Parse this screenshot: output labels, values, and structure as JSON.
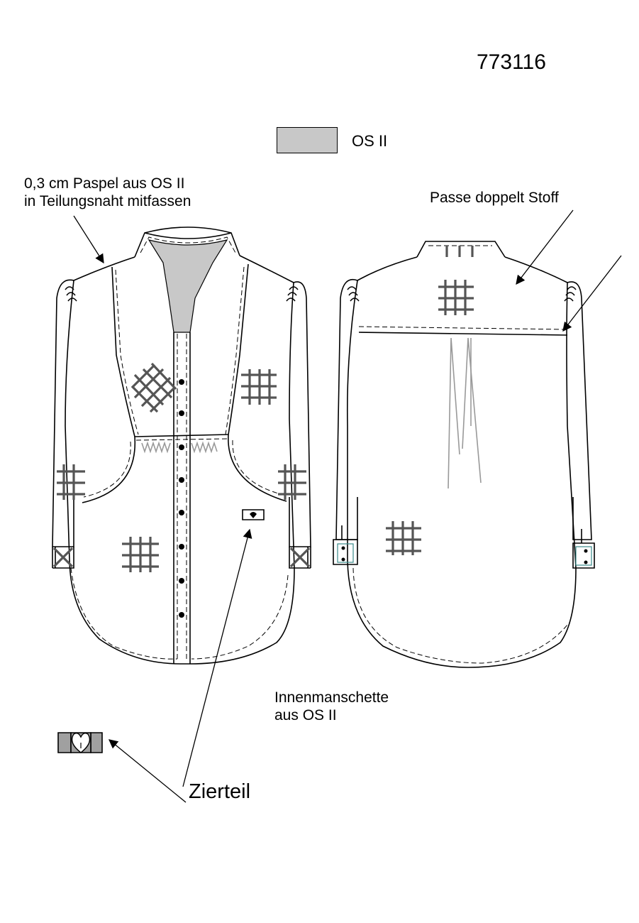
{
  "article_number": "773116",
  "legend": {
    "fabric": "OS II",
    "swatch_color": "#c8c8c8"
  },
  "annotations": {
    "piping_line1": "0,3 cm Paspel aus OS II",
    "piping_line2": "in Teilungsnaht mitfassen",
    "yoke": "Passe doppelt Stoff",
    "cuff_line1": "Innenmanschette",
    "cuff_line2": "aus OS II",
    "decoration": "Zierteil"
  },
  "views": [
    "front-view",
    "back-view"
  ]
}
